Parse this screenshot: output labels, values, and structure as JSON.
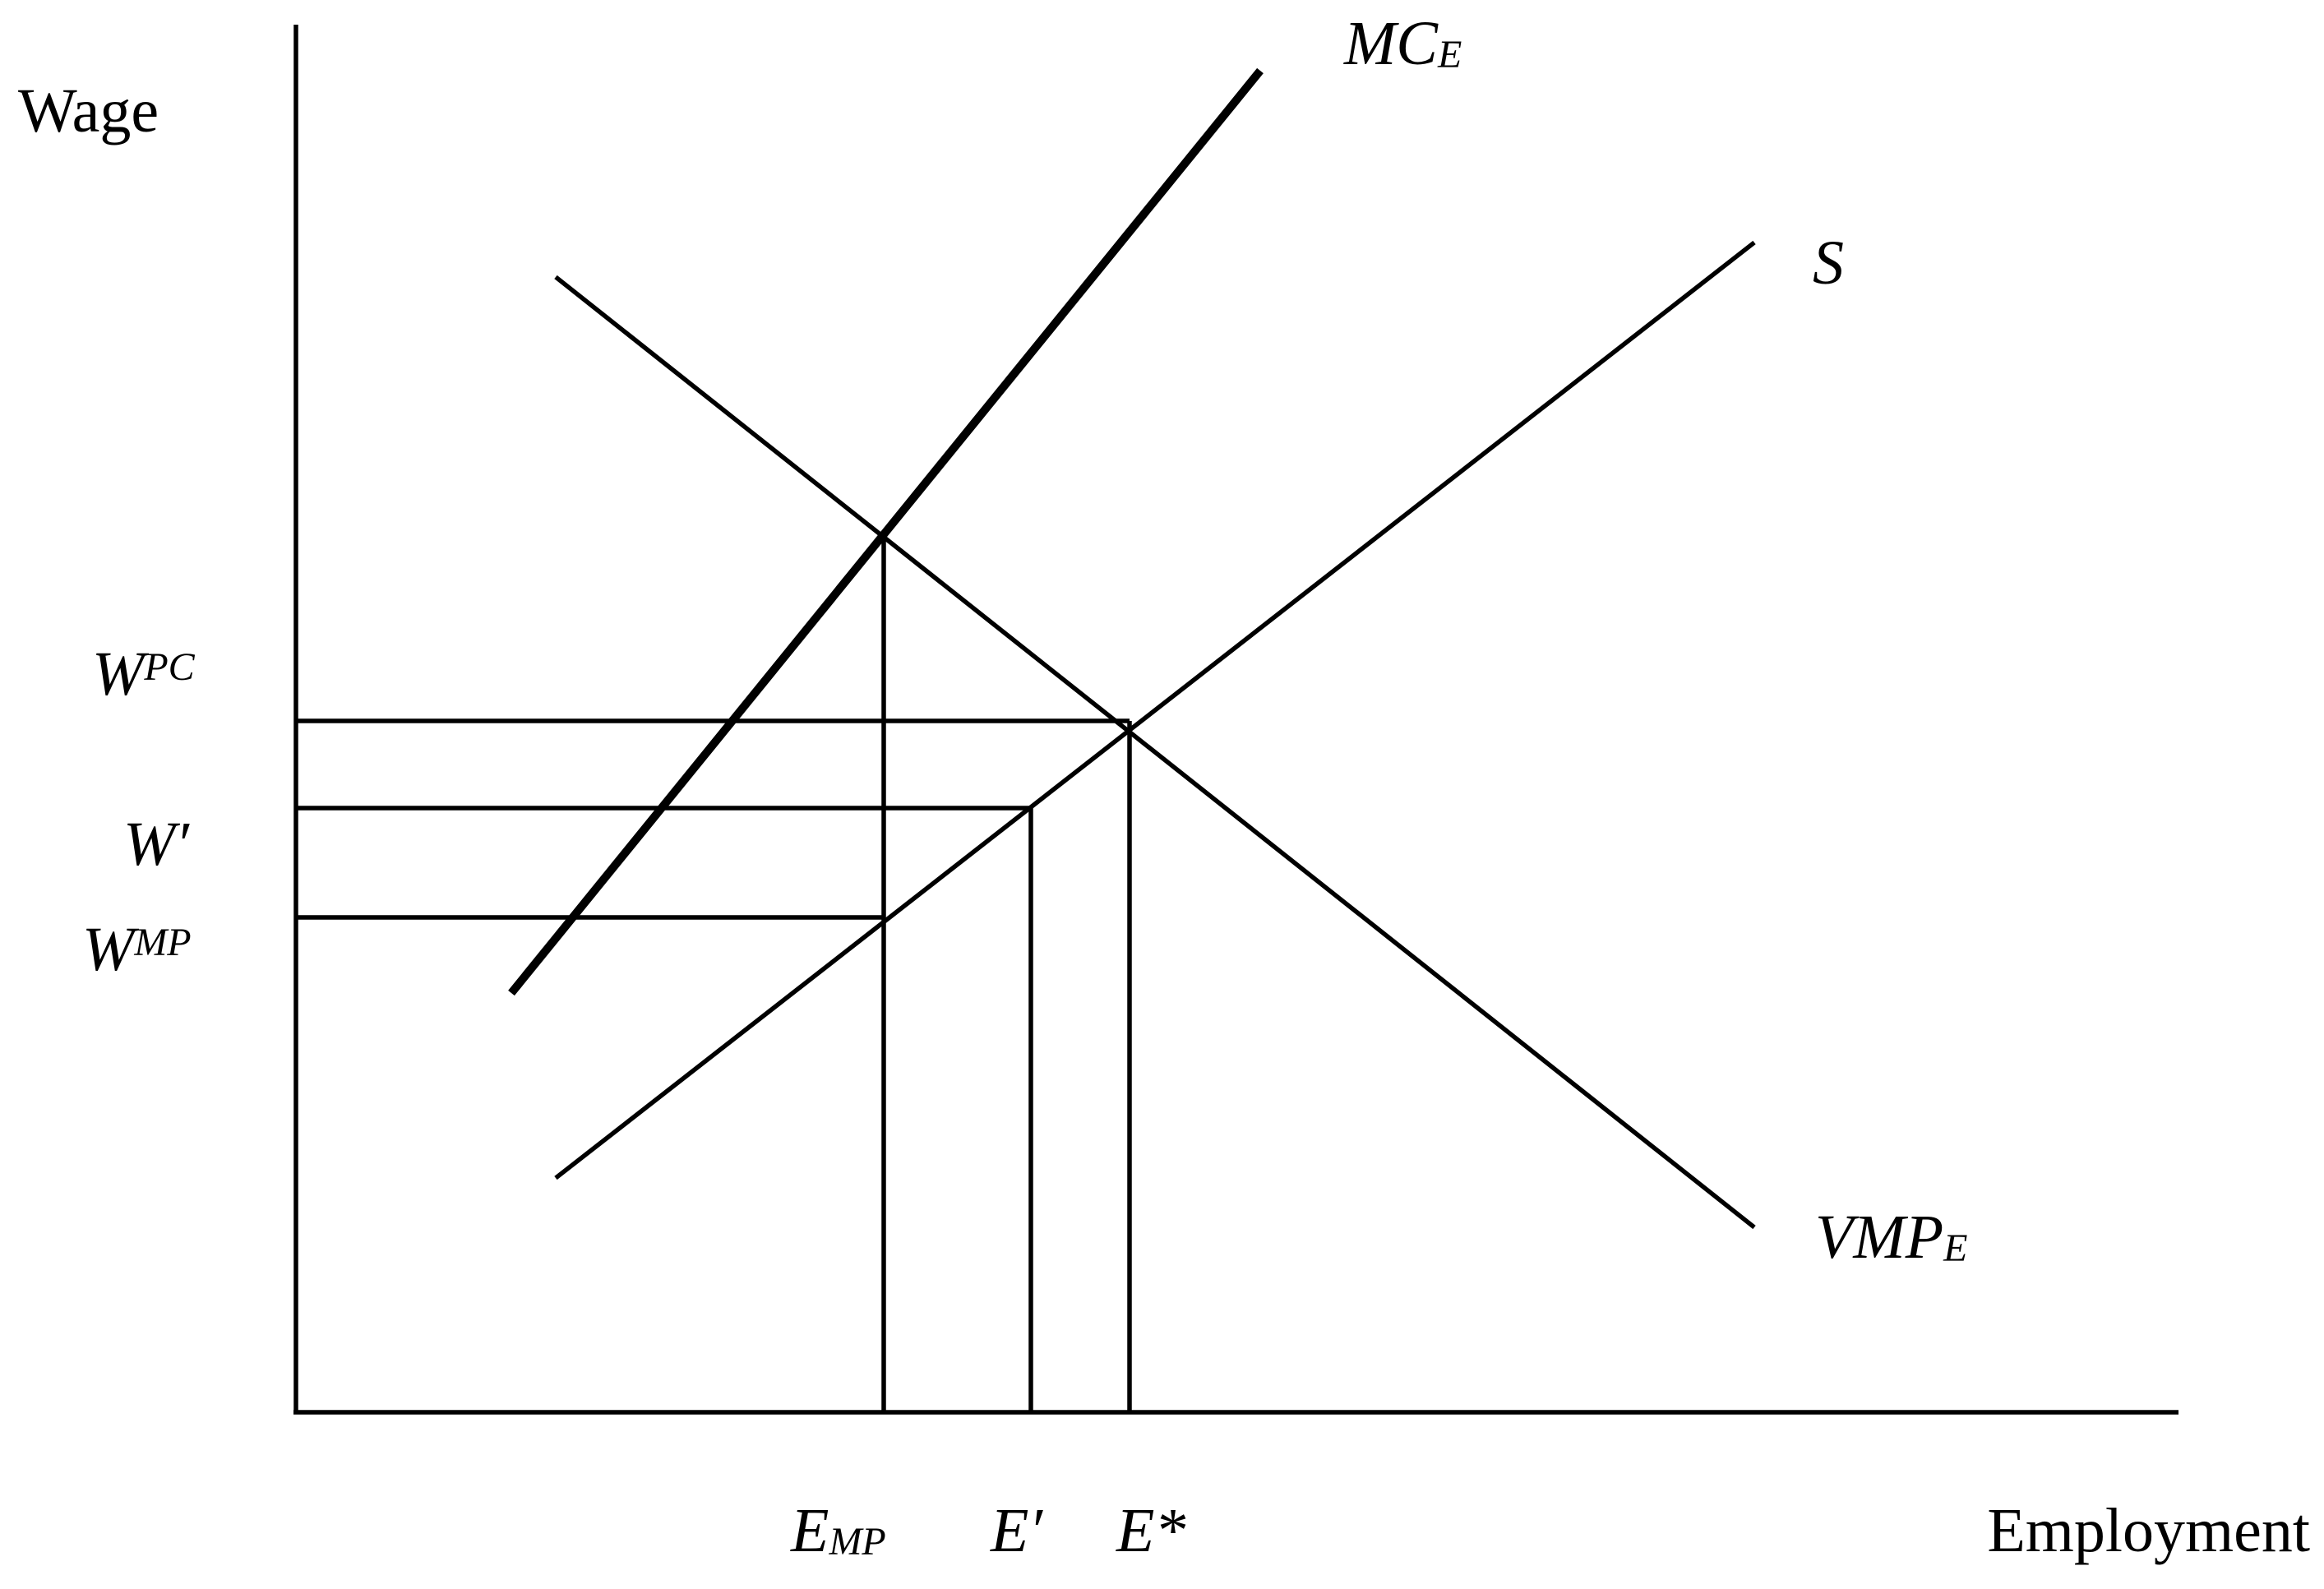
{
  "axes": {
    "y_label": "Wage",
    "x_label": "Employment"
  },
  "curves": {
    "marginal_cost": {
      "main": "MC",
      "sub": "E"
    },
    "supply": {
      "main": "S",
      "sub": ""
    },
    "demand": {
      "main": "VMP",
      "sub": "E"
    }
  },
  "wage_levels": {
    "competitive": {
      "main": "W",
      "sub": "PC"
    },
    "minimum": {
      "main": "W′",
      "sub": ""
    },
    "monopsony": {
      "main": "W",
      "sub": "MP"
    }
  },
  "employment_levels": {
    "monopsony": {
      "main": "E",
      "sub": "MP"
    },
    "minimum": {
      "main": "E′",
      "sub": ""
    },
    "competitive": {
      "main": "E*",
      "sub": ""
    }
  }
}
